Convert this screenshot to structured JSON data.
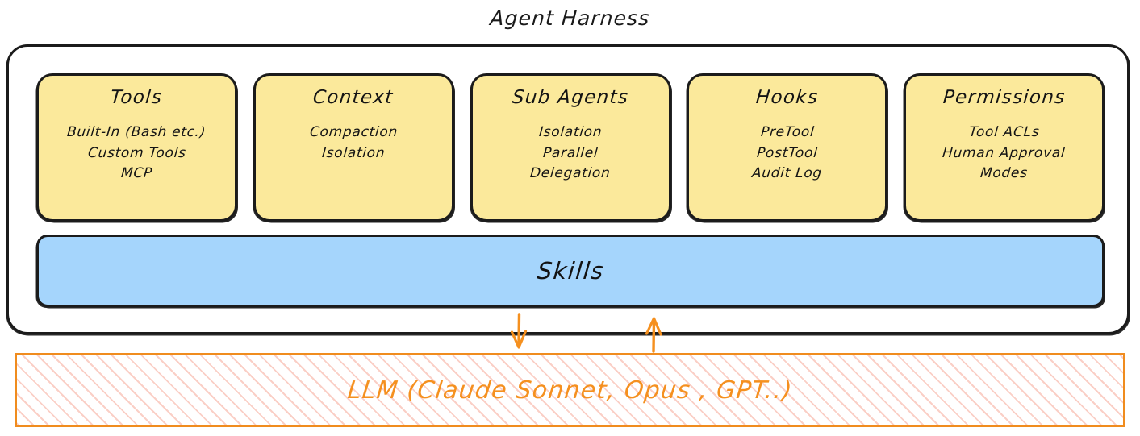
{
  "diagram": {
    "title": "Agent Harness",
    "colors": {
      "module_fill": "#FBE99B",
      "skills_fill": "#A5D5FC",
      "stroke": "#1b1b1b",
      "llm_accent": "#F5901F",
      "llm_hatch": "#F48C78"
    },
    "modules": [
      {
        "title": "Tools",
        "lines": [
          "Built-In (Bash etc.)",
          "Custom Tools",
          "MCP"
        ]
      },
      {
        "title": "Context",
        "lines": [
          "Compaction",
          "Isolation"
        ]
      },
      {
        "title": "Sub Agents",
        "lines": [
          "Isolation",
          "Parallel",
          "Delegation"
        ]
      },
      {
        "title": "Hooks",
        "lines": [
          "PreTool",
          "PostTool",
          "Audit Log"
        ]
      },
      {
        "title": "Permissions",
        "lines": [
          "Tool ACLs",
          "Human Approval",
          "Modes"
        ]
      }
    ],
    "skills": {
      "label": "Skills"
    },
    "arrows": [
      {
        "name": "harness-to-llm-arrow",
        "direction": "down"
      },
      {
        "name": "llm-to-harness-arrow",
        "direction": "up"
      }
    ],
    "llm": {
      "label": "LLM (Claude Sonnet, Opus , GPT..)"
    }
  }
}
